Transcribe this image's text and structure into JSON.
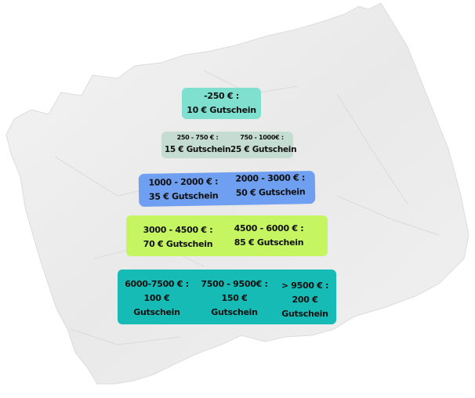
{
  "tiers": [
    {
      "id": "tier-1",
      "color": "#7fe0d0",
      "cells": [
        {
          "range": "-250 € :",
          "voucher": "10 € Gutschein"
        }
      ]
    },
    {
      "id": "tier-2",
      "color": "#c5dcd3",
      "cells": [
        {
          "range": "250 - 750 € :",
          "voucher": "15 € Gutschein"
        },
        {
          "range": "750 - 1000€ :",
          "voucher": "25 € Gutschein"
        }
      ]
    },
    {
      "id": "tier-3",
      "color": "#6f9ff0",
      "cells": [
        {
          "range": "1000 - 2000 € :",
          "voucher": "35 € Gutschein"
        },
        {
          "range": "2000 - 3000 € :",
          "voucher": "50 € Gutschein"
        }
      ]
    },
    {
      "id": "tier-4",
      "color": "#c6f562",
      "cells": [
        {
          "range": "3000 - 4500 € :",
          "voucher": "70 € Gutschein"
        },
        {
          "range": "4500 - 6000 € :",
          "voucher": "85 € Gutschein"
        }
      ]
    },
    {
      "id": "tier-5",
      "color": "#17bbb6",
      "cells": [
        {
          "range": "6000-7500 € :",
          "amount": "100 €",
          "word": "Gutschein"
        },
        {
          "range": "7500 - 9500€ :",
          "amount": "150 €",
          "word": "Gutschein"
        },
        {
          "range": "> 9500 € :",
          "amount": "200 €",
          "word": "Gutschein"
        }
      ]
    }
  ],
  "paper_color": "#ececec"
}
